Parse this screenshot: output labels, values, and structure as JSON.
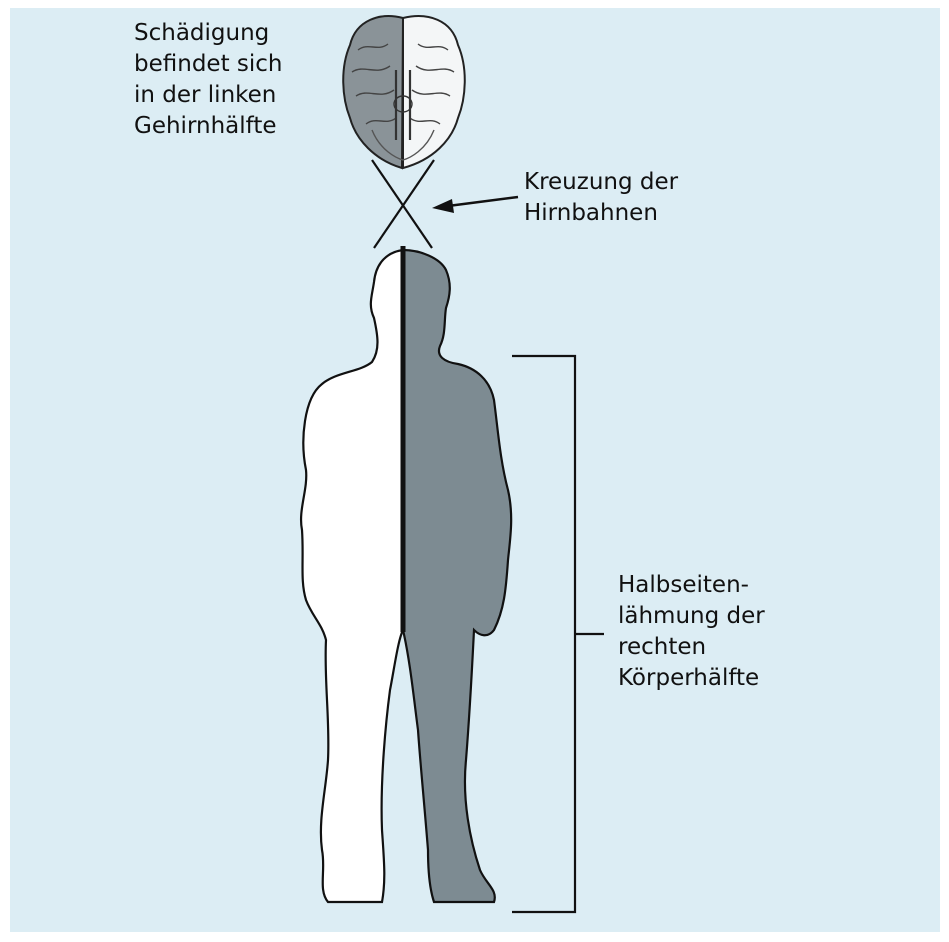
{
  "labels": {
    "damage": "Schädigung\nbefindet sich\nin der linken\nGehirnhälfte",
    "crossing": "Kreuzung der\nHirnbahnen",
    "paralysis": "Halbseiten-\nlähmung der\nrechten\nKörperhälfte"
  },
  "colors": {
    "background": "#dcedf4",
    "affected_side": "#7d8b92",
    "brain_affected": "#8a9398",
    "brain_healthy": "#ffffff",
    "outline": "#111111"
  },
  "icons": {
    "brain": "brain-illustration",
    "figure": "human-silhouette",
    "arrow": "left-arrow"
  }
}
